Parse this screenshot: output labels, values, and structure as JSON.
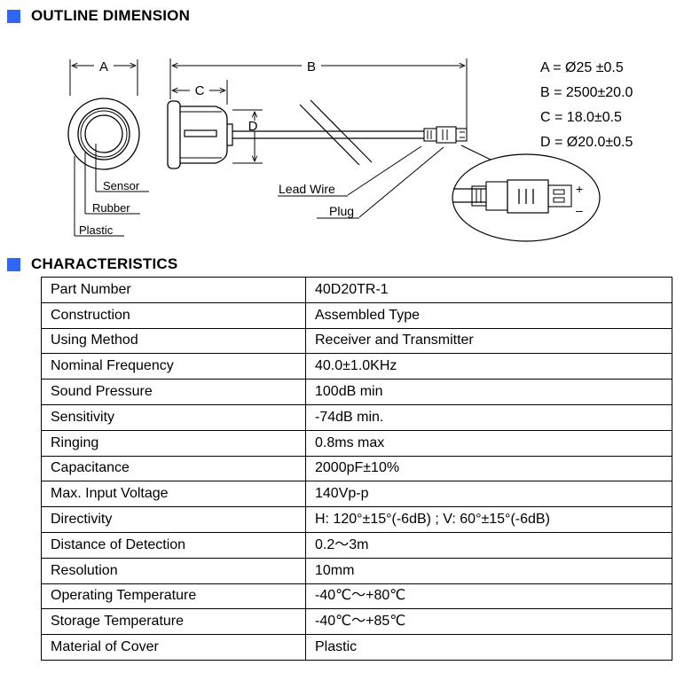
{
  "outline": {
    "title": "OUTLINE DIMENSION",
    "labels": {
      "a": "A",
      "b": "B",
      "c": "C",
      "d": "D",
      "sensor": "Sensor",
      "rubber": "Rubber",
      "plastic": "Plastic",
      "lead_wire": "Lead Wire",
      "plug": "Plug",
      "plus": "+",
      "minus": "–"
    },
    "dimensions": [
      "A = Ø25 ±0.5",
      "B = 2500±20.0",
      "C = 18.0±0.5",
      "D = Ø20.0±0.5"
    ]
  },
  "characteristics": {
    "title": "CHARACTERISTICS",
    "rows": [
      [
        "Part Number",
        "40D20TR-1"
      ],
      [
        "Construction",
        "Assembled Type"
      ],
      [
        "Using Method",
        "Receiver and Transmitter"
      ],
      [
        "Nominal Frequency",
        "40.0±1.0KHz"
      ],
      [
        "Sound Pressure",
        "100dB min"
      ],
      [
        "Sensitivity",
        "-74dB min."
      ],
      [
        "Ringing",
        "0.8ms max"
      ],
      [
        "Capacitance",
        "2000pF±10%"
      ],
      [
        "Max. Input Voltage",
        "140Vp-p"
      ],
      [
        "Directivity",
        "H: 120°±15°(-6dB) ; V: 60°±15°(-6dB)"
      ],
      [
        "Distance of Detection",
        "0.2～3m"
      ],
      [
        "Resolution",
        "10mm"
      ],
      [
        "Operating Temperature",
        "-40℃～+80℃"
      ],
      [
        "Storage Temperature",
        "-40℃～+85℃"
      ],
      [
        "Material of Cover",
        "Plastic"
      ]
    ]
  },
  "colors": {
    "accent": "#2f66f5",
    "line": "#000000"
  }
}
